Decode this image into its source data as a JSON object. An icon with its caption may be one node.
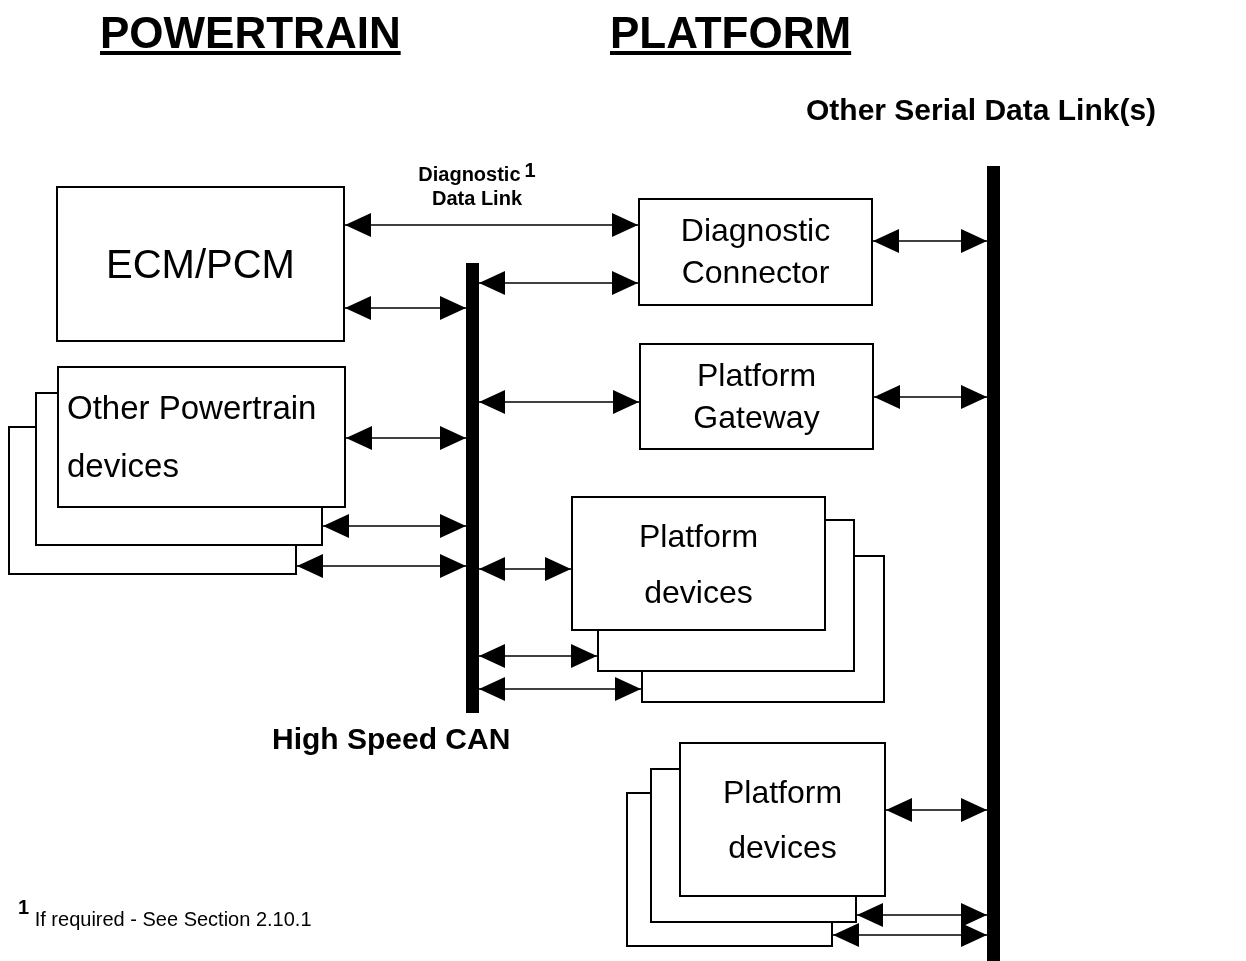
{
  "diagram": {
    "nodes": [
      {
        "text": [
          "ECM/PCM"
        ]
      },
      {
        "text": [
          "Other Powertrain devices"
        ]
      },
      {
        "text": [],
        "shape": "box"
      },
      {
        "text": [],
        "shape": "box"
      },
      {
        "text": [
          "High Speed CAN"
        ]
      },
      {
        "text": [
          "Diagnostic Connector"
        ]
      },
      {
        "text": [
          "Platform Gateway"
        ]
      },
      {
        "text": [
          "Platform devices"
        ]
      },
      {
        "text": [],
        "shape": "box"
      },
      {
        "text": [],
        "shape": "box"
      },
      {
        "text": [
          "Other Serial Data Link(s)"
        ]
      },
      {
        "text": [
          "Platform devices"
        ]
      },
      {
        "text": [],
        "shape": "box"
      },
      {
        "text": [],
        "shape": "box"
      }
    ],
    "edges": [
      {
        "from": 0,
        "to": 5,
        "arrow": "both",
        "label": "Diagnostic$^{1}$ Data Link"
      },
      {
        "from": 0,
        "to": 4,
        "arrow": "both"
      },
      {
        "from": 4,
        "to": 5,
        "arrow": "both"
      },
      {
        "from": 5,
        "to": 10,
        "arrow": "both"
      },
      {
        "from": 1,
        "to": 4,
        "arrow": "both"
      },
      {
        "from": 2,
        "to": 4,
        "arrow": "both"
      },
      {
        "from": 3,
        "to": 4,
        "arrow": "both"
      },
      {
        "from": 4,
        "to": 6,
        "arrow": "both"
      },
      {
        "from": 6,
        "to": 10,
        "arrow": "both"
      },
      {
        "from": 4,
        "to": 7,
        "arrow": "both"
      },
      {
        "from": 4,
        "to": 8,
        "arrow": "both"
      },
      {
        "from": 4,
        "to": 9,
        "arrow": "both"
      },
      {
        "from": 11,
        "to": 10,
        "arrow": "both"
      },
      {
        "from": 12,
        "to": 10,
        "arrow": "both"
      },
      {
        "from": 13,
        "to": 10,
        "arrow": "both"
      }
    ],
    "labels": [
      "POWERTRAIN",
      "PLATFORM",
      "$^{1}$ If required - See Section 2.10.1"
    ]
  }
}
